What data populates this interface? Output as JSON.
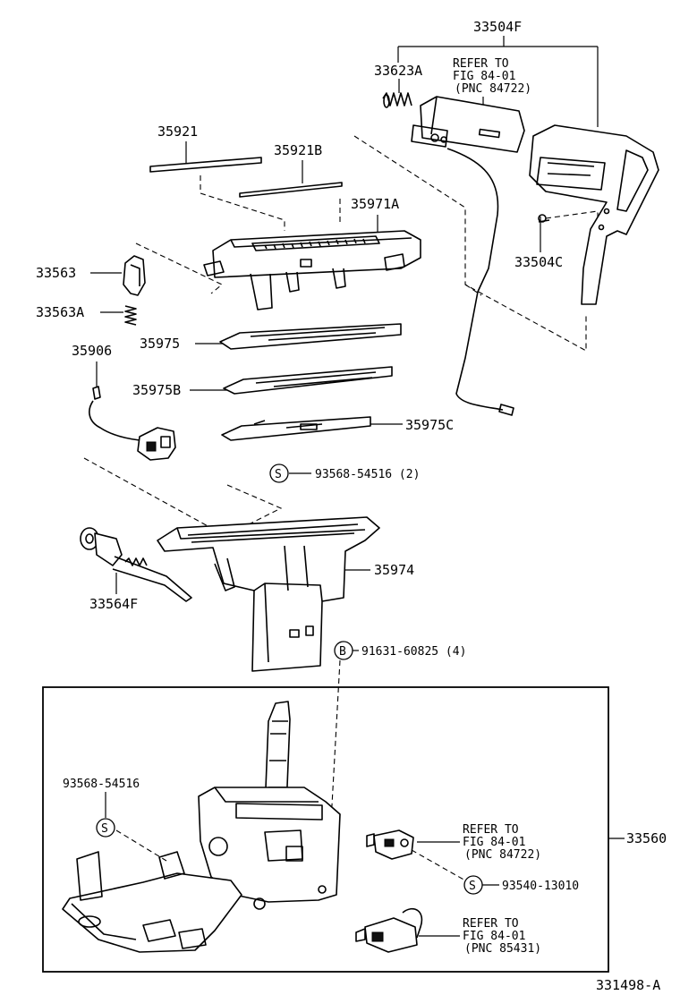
{
  "parts": {
    "p33504F": "33504F",
    "p33623A": "33623A",
    "p33504C": "33504C",
    "p35921": "35921",
    "p35921B": "35921B",
    "p35971A": "35971A",
    "p33563": "33563",
    "p33563A": "33563A",
    "p35975": "35975",
    "p35906": "35906",
    "p35975B": "35975B",
    "p35975C": "35975C",
    "p35974": "35974",
    "p33564F": "33564F",
    "p33560": "33560"
  },
  "bolts": {
    "b1": "93568-54516 (2)",
    "b2": "91631-60825 (4)",
    "b3": "93568-54516",
    "b4": "93540-13010"
  },
  "symbols": {
    "s": "S",
    "b": "B"
  },
  "refs": {
    "r1": [
      "REFER TO",
      "FIG 84-01",
      "(PNC 84722)"
    ],
    "r2": [
      "REFER TO",
      "FIG 84-01",
      "(PNC 84722)"
    ],
    "r3": [
      "REFER TO",
      "FIG 84-01",
      "(PNC 85431)"
    ]
  },
  "figure_number": "331498-A"
}
